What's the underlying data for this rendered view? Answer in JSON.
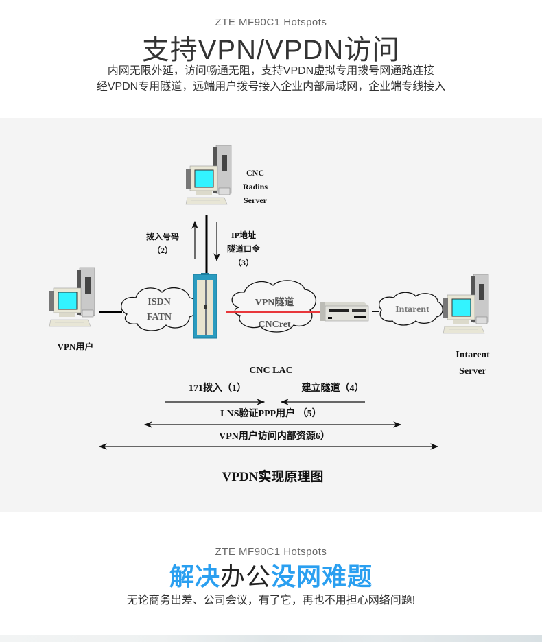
{
  "header": {
    "brand": "ZTE MF90C1 Hotspots",
    "title": "支持VPN/VPDN访问",
    "desc_line1": "内网无限外延，访问畅通无阻，支持VPDN虚拟专用拨号网通路连接",
    "desc_line2": "经VPDN专用隧道，远端用户拨号接入企业内部局域网，企业端专线接入"
  },
  "diagram": {
    "radius_server": {
      "line1": "CNC",
      "line2": "Radins",
      "line3": "Server"
    },
    "arrow_up_label": {
      "line1": "拨入号码",
      "line2": "（2）"
    },
    "arrow_down_label": {
      "line1": "IP地址",
      "line2": "隧道口令",
      "line3": "（3）"
    },
    "vpn_user": "VPN用户",
    "cloud_isdn": {
      "line1": "ISDN",
      "line2": "FATN"
    },
    "cloud_vpn": {
      "line1": "VPN隧道",
      "line2": "CNCret"
    },
    "cloud_intranet": "Intarent",
    "intranet_server": {
      "line1": "Intarent",
      "line2": "Server"
    },
    "lac_label": "CNC LAC",
    "step1": "171拨入（1）",
    "step4": "建立隧道（4）",
    "step5": "LNS验证PPP用户 （5）",
    "step6": "VPN用户访问内部资源6）",
    "caption": "VPDN实现原理图",
    "colors": {
      "tunnel_line": "#e8373b",
      "lac_device": "#2a9bbf",
      "screen": "#33f3ff"
    }
  },
  "section2": {
    "brand": "ZTE MF90C1 Hotspots",
    "title_a": "解决",
    "title_b": "办公",
    "title_c": "没网难题",
    "subtitle": "无论商务出差、公司会议，有了它，再也不用担心网络问题!",
    "accent": "#2a9ff0"
  }
}
